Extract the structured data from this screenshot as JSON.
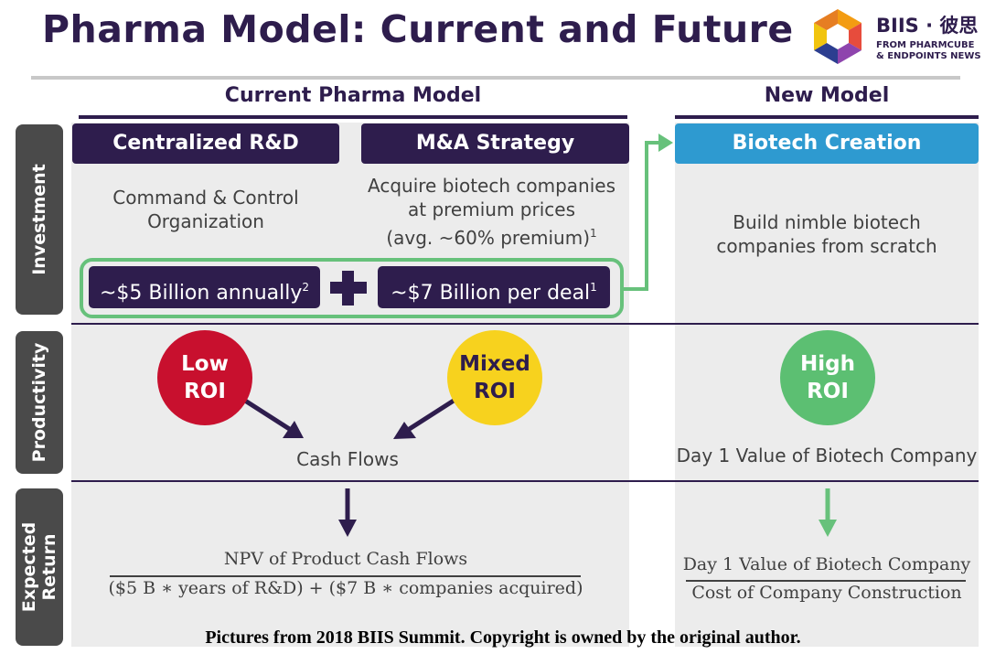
{
  "title": "Pharma Model: Current and Future",
  "logo": {
    "name": "BIIS · 彼思",
    "tagline_1": "FROM PHARMCUBE",
    "tagline_2": "& ENDPOINTS NEWS"
  },
  "columns": {
    "current": "Current Pharma Model",
    "new": "New Model"
  },
  "row_labels": {
    "investment": "Investment",
    "productivity": "Productivity",
    "expected_return_1": "Expected",
    "expected_return_2": "Return"
  },
  "investment": {
    "centralized": {
      "header": "Centralized R&D",
      "desc_1": "Command & Control",
      "desc_2": "Organization",
      "amount": "~$5 Billion annually",
      "amount_note": "2"
    },
    "ma": {
      "header": "M&A Strategy",
      "desc_1": "Acquire biotech companies",
      "desc_2": "at premium prices",
      "desc_3": "(avg. ~60% premium)",
      "desc_note": "1",
      "amount": "~$7 Billion per deal",
      "amount_note": "1"
    },
    "biotech": {
      "header": "Biotech Creation",
      "desc_1": "Build nimble biotech",
      "desc_2": "companies from scratch"
    }
  },
  "productivity": {
    "low_roi": "Low\nROI",
    "mixed_roi": "Mixed\nROI",
    "high_roi": "High\nROI",
    "cash_flows": "Cash Flows",
    "day1_value": "Day 1 Value of Biotech Company"
  },
  "expected_return": {
    "current_numerator": "NPV of Product Cash Flows",
    "current_denominator": "($5 B  ∗  years of R&D) + ($7 B  ∗ companies acquired)",
    "new_numerator": "Day 1 Value of Biotech Company",
    "new_denominator": "Cost of Company Construction"
  },
  "footer": "Pictures from 2018 BIIS Summit. Copyright is owned by the original author.",
  "colors": {
    "navy": "#2e1d4d",
    "blue": "#2e9ad0",
    "green": "#67c17b",
    "low_roi": "#c8102e",
    "mixed_roi": "#f7d21e",
    "high_roi": "#5cbf72",
    "panel": "#ececec",
    "tab": "#4a4a4a"
  }
}
